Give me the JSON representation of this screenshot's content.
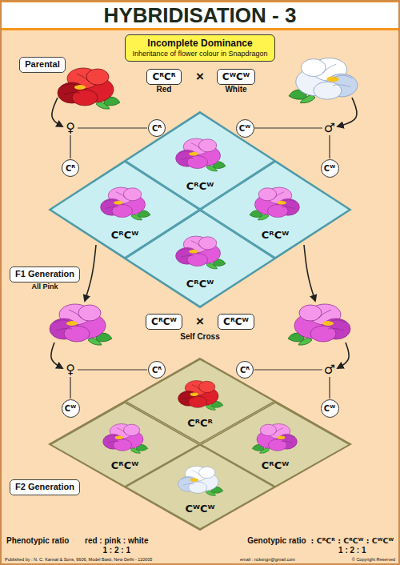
{
  "diagram": {
    "title": "HYBRIDISATION - 3",
    "nodes": [
      {
        "text": [
          "Incomplete Dominance",
          "Inheritance of flower colour in Snapdragon"
        ]
      },
      {
        "text": [
          "Parental"
        ]
      },
      {
        "text": [
          "CᴿCᴿ",
          "Red"
        ]
      },
      {
        "text": [
          "CᵂCᵂ",
          "White"
        ]
      },
      {
        "text": [
          "Cᴿ"
        ]
      },
      {
        "text": [
          "Cᵂ"
        ]
      },
      {
        "text": [
          "Cᴿ"
        ]
      },
      {
        "text": [
          "Cᵂ"
        ]
      },
      {
        "text": [
          "CᴿCᵂ"
        ]
      },
      {
        "text": [
          "CᴿCᵂ"
        ]
      },
      {
        "text": [
          "CᴿCᵂ"
        ]
      },
      {
        "text": [
          "CᴿCᵂ"
        ]
      },
      {
        "text": [
          "F1 Generation",
          "All Pink"
        ]
      },
      {
        "text": [
          "CᴿCᵂ"
        ]
      },
      {
        "text": [
          "CᴿCᵂ"
        ]
      },
      {
        "text": [
          "Cᴿ"
        ]
      },
      {
        "text": [
          "Cᴿ"
        ]
      },
      {
        "text": [
          "Cᵂ"
        ]
      },
      {
        "text": [
          "Cᵂ"
        ]
      },
      {
        "text": [
          "CᴿCᴿ"
        ]
      },
      {
        "text": [
          "CᴿCᵂ"
        ]
      },
      {
        "text": [
          "CᴿCᵂ"
        ]
      },
      {
        "text": [
          "CᵂCᵂ"
        ]
      },
      {
        "text": [
          "F2 Generation"
        ]
      }
    ],
    "labels": [
      "×",
      "♀",
      "♂",
      "×",
      "Self Cross",
      "♀",
      "♂",
      "Phenotypic ratio",
      "red : pink : white",
      "1 : 2 : 1",
      "Genotypic ratio",
      ": CᴿCᴿ : CᴿCᵂ : CᵂCᵂ",
      "1 : 2 : 1",
      "Published by : N. C. Kansal & Sons, 6606, Model Basti, New Delhi - 110005",
      "email : ncksngn@gmail.com",
      "© Copyright Reserved"
    ]
  }
}
